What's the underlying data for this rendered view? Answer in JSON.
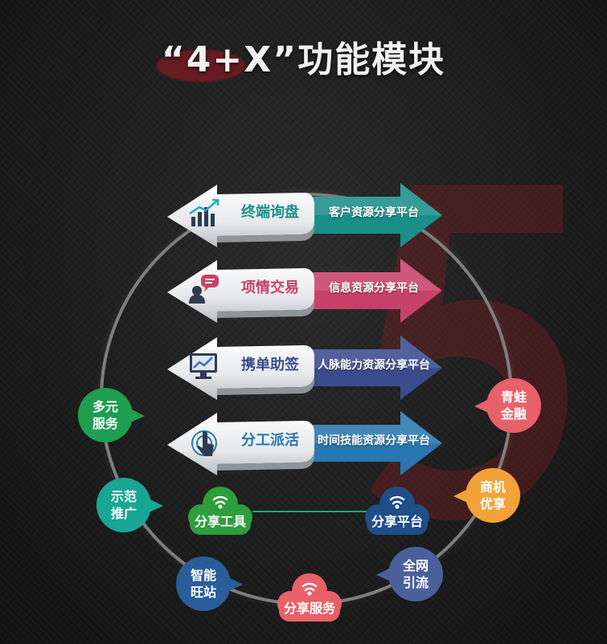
{
  "title": "“4+X”功能模块",
  "rows": [
    {
      "label": "终端询盘",
      "sub": "客户资源分享平台",
      "icon": "chart-icon",
      "color": "#1a8f8a"
    },
    {
      "label": "项情交易",
      "sub": "信息资源分享平台",
      "icon": "chat-person-icon",
      "color": "#c8416a"
    },
    {
      "label": "携单助签",
      "sub": "人脉能力资源分享平台",
      "icon": "monitor-chart-icon",
      "color": "#3b4c8e"
    },
    {
      "label": "分工派活",
      "sub": "时间技能资源分享平台",
      "icon": "touch-icon",
      "color": "#2778b0"
    }
  ],
  "bubbles": {
    "duoyuan": {
      "line1": "多元",
      "line2": "服务",
      "color": "#1e9e4f"
    },
    "shifan": {
      "line1": "示范",
      "line2": "推广",
      "color": "#19a594"
    },
    "zhineng": {
      "line1": "智能",
      "line2": "旺站",
      "color": "#2a5d9a"
    },
    "qingwa": {
      "line1": "青蛙",
      "line2": "金融",
      "color": "#e8606a"
    },
    "shangji": {
      "line1": "商机",
      "line2": "优享",
      "color": "#f3a23a"
    },
    "quanwang": {
      "line1": "全网",
      "line2": "引流",
      "color": "#4b5f9a"
    }
  },
  "clouds": {
    "tool": {
      "label": "分享工具",
      "color": "#2e9e3c"
    },
    "platform": {
      "label": "分享平台",
      "color": "#1f4e88"
    },
    "service": {
      "label": "分享服务",
      "color": "#e8606a"
    }
  },
  "colors": {
    "ring": "#7e7e7e",
    "connector": "#2aa57a",
    "watermark": "#8a1f22"
  }
}
